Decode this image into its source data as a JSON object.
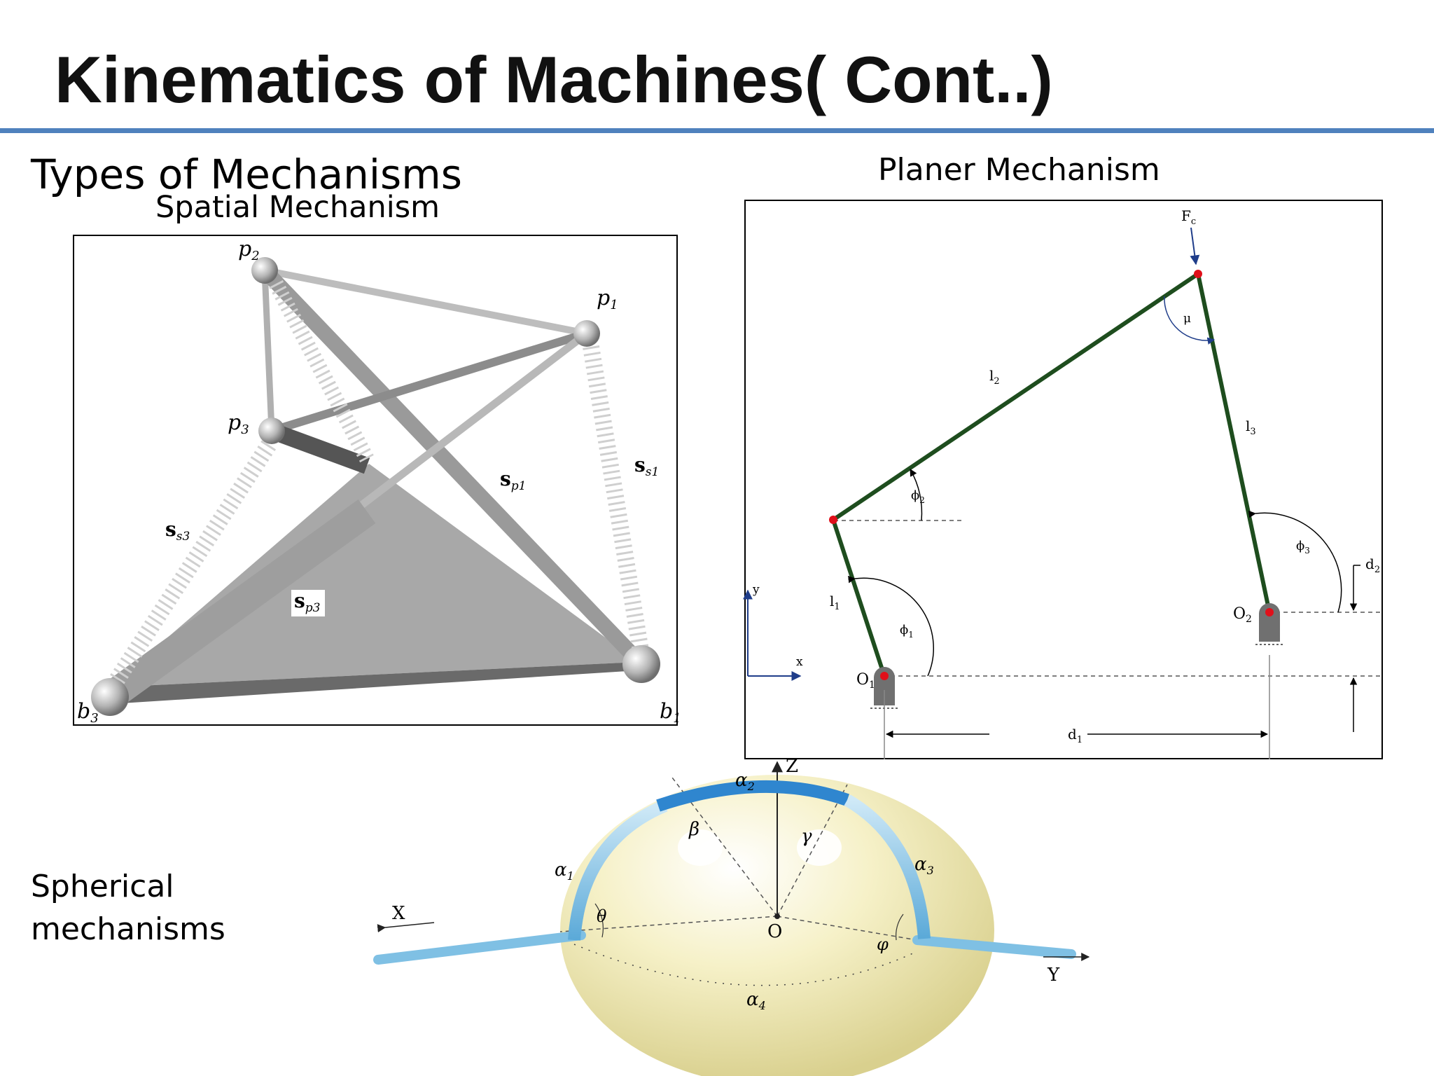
{
  "slide": {
    "title": "Kinematics of Machines( Cont..)",
    "section_heading": "Types of  Mechanisms",
    "accent_color": "#4f81bd"
  },
  "spatial": {
    "caption": "Spatial Mechanism",
    "labels": {
      "p1": "p",
      "p1_sub": "1",
      "p2": "p",
      "p2_sub": "2",
      "p3": "p",
      "p3_sub": "3",
      "b1": "b",
      "b1_sub": "1",
      "b3": "b",
      "b3_sub": "3",
      "sp1": "s",
      "sp1_sub": "p1",
      "ss1": "s",
      "ss1_sub": "s1",
      "ss3": "s",
      "ss3_sub": "s3",
      "sp3": "s",
      "sp3_sub": "p3"
    }
  },
  "planar": {
    "caption": "Planer Mechanism",
    "link_color": "#1e4d1e",
    "joint_color": "#e0101a",
    "labels": {
      "force": "F",
      "force_sub": "c",
      "mu": "μ",
      "l1": "l",
      "l1_sub": "1",
      "l2": "l",
      "l2_sub": "2",
      "l3": "l",
      "l3_sub": "3",
      "phi1": "ϕ",
      "phi1_sub": "1",
      "phi2": "ϕ",
      "phi2_sub": "2",
      "phi3": "ϕ",
      "phi3_sub": "3",
      "d1": "d",
      "d1_sub": "1",
      "d2": "d",
      "d2_sub": "2",
      "o1": "O",
      "o1_sub": "1",
      "o2": "O",
      "o2_sub": "2",
      "axis_x": "x",
      "axis_y": "y"
    }
  },
  "spherical": {
    "caption": "Spherical mechanisms",
    "labels": {
      "alpha1": "α",
      "alpha1_sub": "1",
      "alpha2": "α",
      "alpha2_sub": "2",
      "alpha3": "α",
      "alpha3_sub": "3",
      "alpha4": "α",
      "alpha4_sub": "4",
      "beta": "β",
      "gamma": "γ",
      "theta": "θ",
      "phi": "φ",
      "origin": "O",
      "axis_x": "X",
      "axis_y": "Y",
      "axis_z": "Z"
    }
  }
}
